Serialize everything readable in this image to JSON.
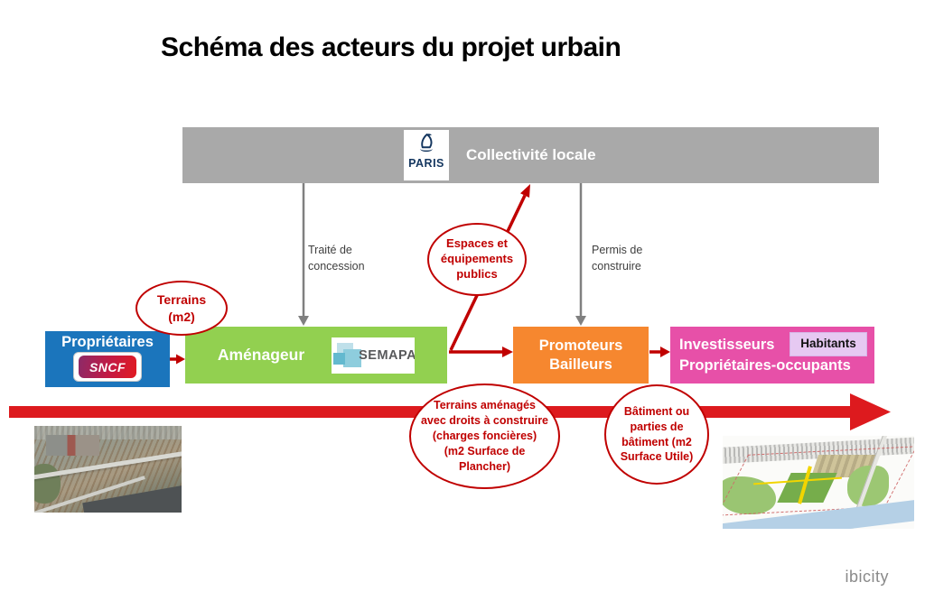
{
  "title": "Schéma des acteurs du projet urbain",
  "top_bar": {
    "label": "Collectivité locale",
    "logo": {
      "text": "PARIS",
      "icon": "paris-sailboat-icon"
    }
  },
  "links": {
    "traite_concession": "Traité de\nconcession",
    "permis_construire": "Permis de\nconstruire"
  },
  "ovals": {
    "terrains": "Terrains\n(m2)",
    "espaces": "Espaces et\néquipements\npublics",
    "terrains_amenages": "Terrains aménagés\navec droits à construire\n(charges foncières)\n(m2 Surface de\nPlancher)",
    "batiment": "Bâtiment ou\nparties de\nbâtiment (m2\nSurface Utile)"
  },
  "actors": {
    "proprietaires": {
      "label": "Propriétaires",
      "logo": "SNCF"
    },
    "amenageur": {
      "label": "Aménageur",
      "logo": "SEMAPA"
    },
    "promoteurs": {
      "label": "Promoteurs\nBailleurs"
    },
    "investisseurs": {
      "label": "Investisseurs\nPropriétaires-occupants",
      "badge": "Habitants"
    }
  },
  "footer": {
    "brand": "ibicity"
  },
  "colors": {
    "top_bar_gray": "#A9A9A9",
    "proprietaires_blue": "#1B75BC",
    "amenageur_green": "#92D050",
    "promoteurs_orange": "#F6872F",
    "investisseurs_pink": "#E750A8",
    "habitants_lavender": "#E6C9F2",
    "annotation_red": "#C00000",
    "main_arrow_red": "#DD1A1E",
    "connector_gray": "#808080",
    "paris_navy": "#14365F"
  }
}
